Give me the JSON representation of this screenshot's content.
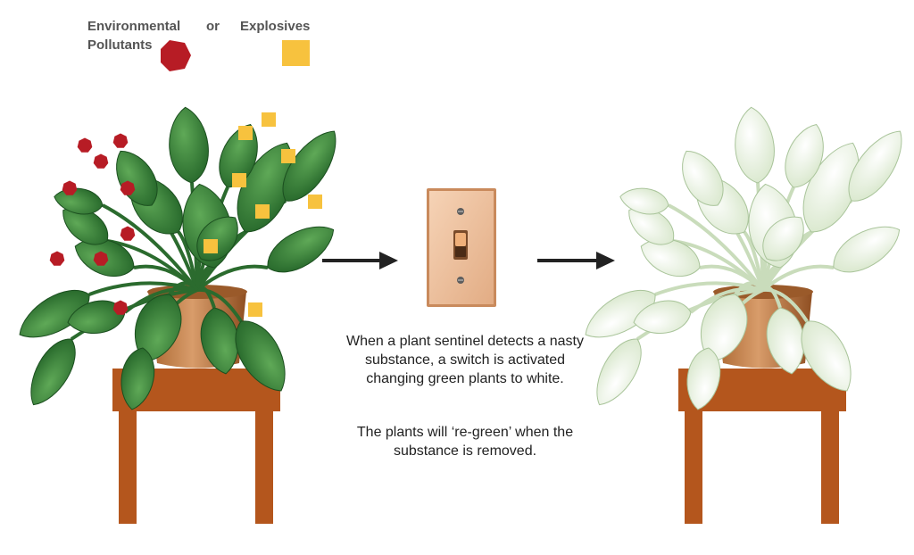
{
  "legend": {
    "pollutants_label": "Environmental\nPollutants",
    "or_label": "or",
    "explosives_label": "Explosives",
    "pollutant_color": "#b71c25",
    "explosive_color": "#f7c23e"
  },
  "caption": {
    "paragraph_1": "When a plant sentinel detects a nasty substance, a switch is activated changing green plants to white.",
    "paragraph_2": "The plants will ‘re-green’ when the substance is removed."
  },
  "colors": {
    "leaf_green": "#2f7a34",
    "leaf_white": "#eef6e6",
    "pot": "#c98552",
    "table": "#b4561d",
    "switch_plate": "#f0c6a4"
  },
  "icons": [
    "pollutant-hexagon-icon",
    "explosive-square-icon",
    "arrow-right-icon",
    "light-switch-icon"
  ]
}
